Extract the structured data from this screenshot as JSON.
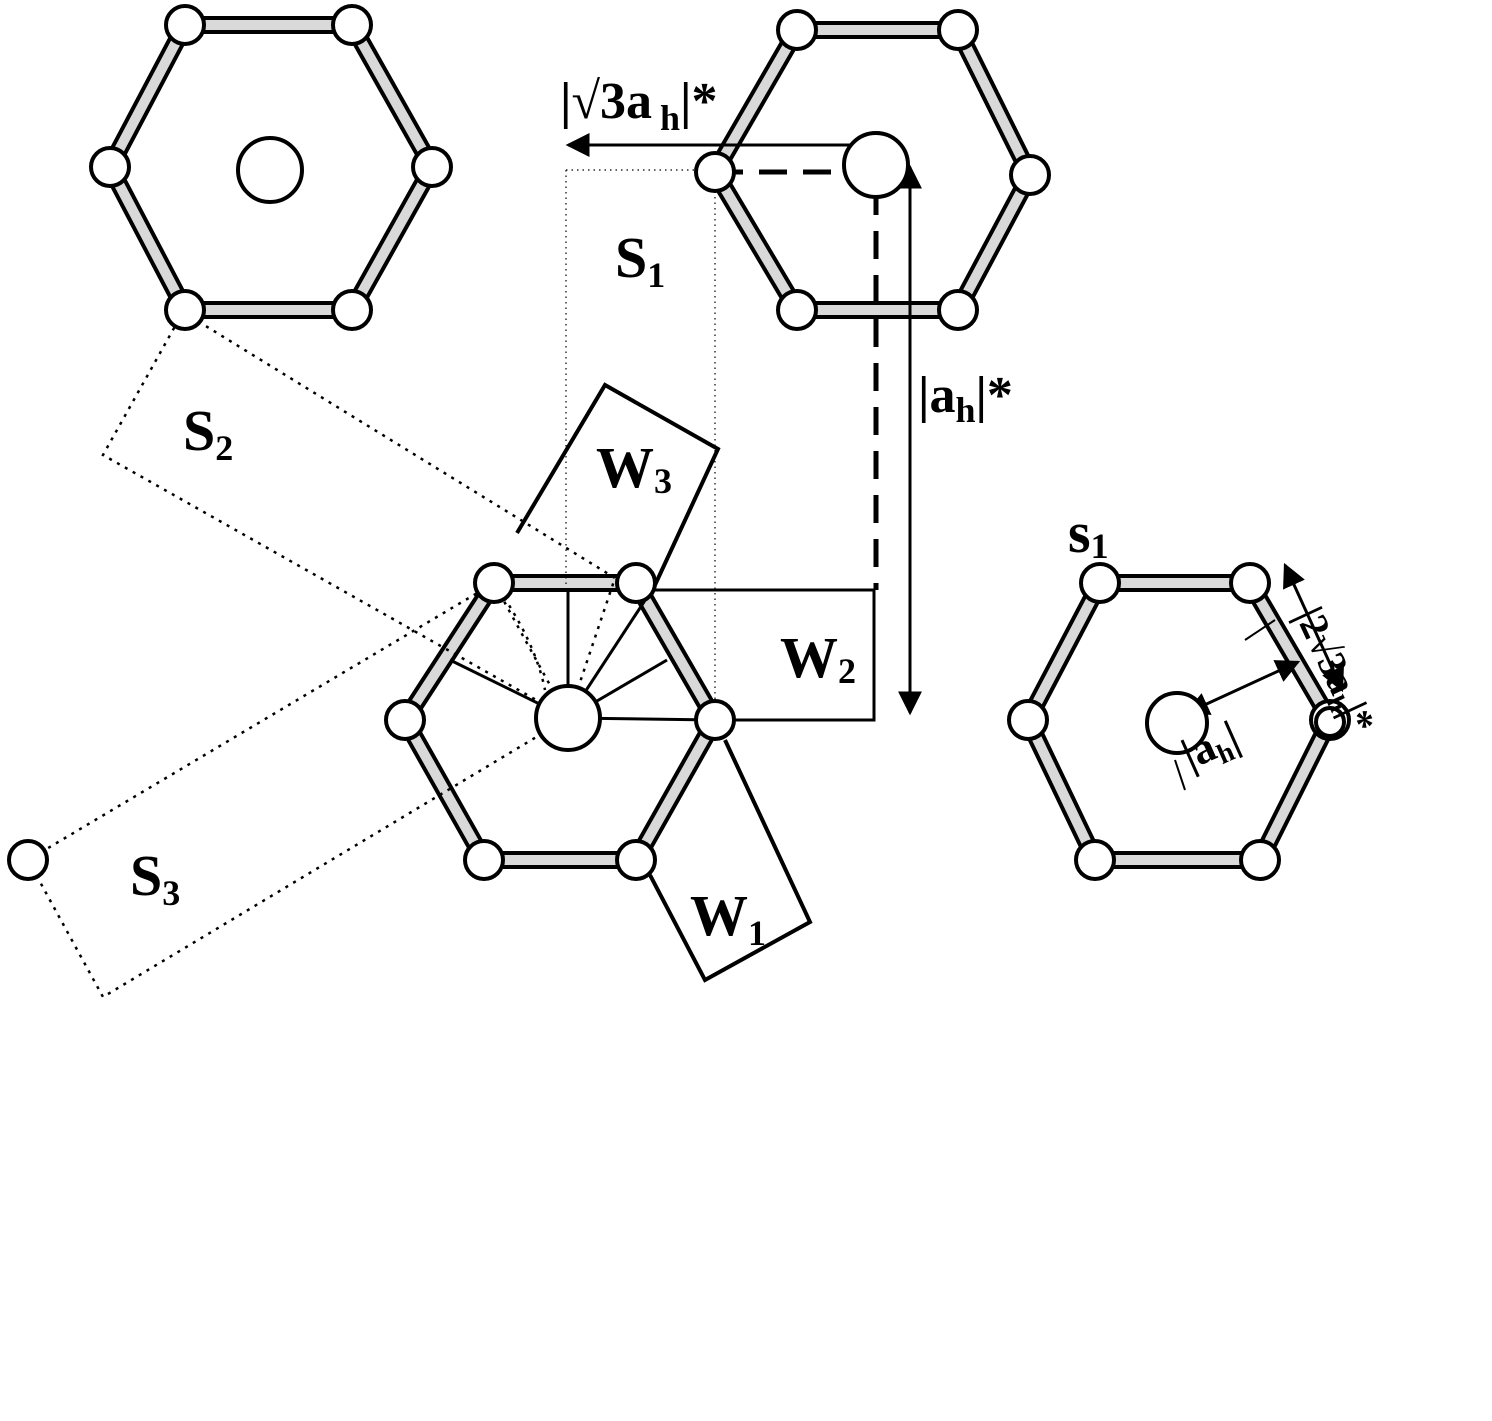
{
  "labels": {
    "s1_upper": "S",
    "s1_upper_sub": "1",
    "s2": "S",
    "s2_sub": "2",
    "s3": "S",
    "s3_sub": "3",
    "w1": "W",
    "w1_sub": "1",
    "w2": "W",
    "w2_sub": "2",
    "w3": "W",
    "w3_sub": "3",
    "sqrt3_ah": "|√3a",
    "sqrt3_ah_sub": "h",
    "sqrt3_ah_tail": "|*",
    "ah": "|a",
    "ah_sub": "h",
    "ah_tail": "|*",
    "s1_lower": "s",
    "s1_lower_sub": "1",
    "small_ah": "|a",
    "small_ah_sub": "h",
    "small_ah_tail": "|",
    "rot_prefix": "|",
    "rot_2": "2",
    "rot_sqrt3": "√3",
    "rot_a": "a",
    "rot_sub": "h",
    "rot_tail": "|*"
  },
  "colors": {
    "stroke": "#000000",
    "bond_fill": "#d9d9d9",
    "atom_fill": "#ffffff"
  }
}
